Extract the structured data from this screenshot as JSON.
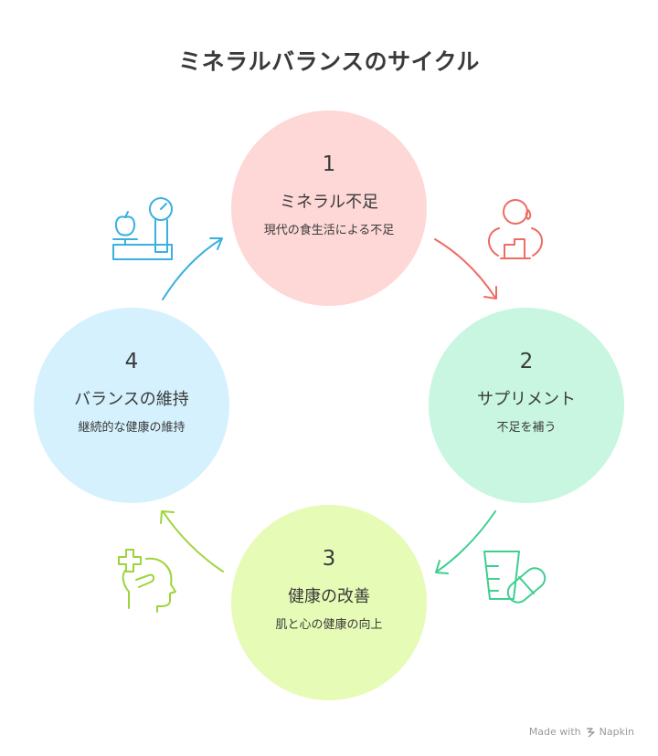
{
  "title": "ミネラルバランスのサイクル",
  "steps": [
    {
      "number": "1",
      "heading": "ミネラル不足",
      "description": "現代の食生活による不足",
      "color": "#fdd8d6",
      "icon": "scale-apple-icon"
    },
    {
      "number": "2",
      "heading": "サプリメント",
      "description": "不足を補う",
      "color": "#c8f6e0",
      "icon": "person-chart-icon"
    },
    {
      "number": "3",
      "heading": "健康の改善",
      "description": "肌と心の健康の向上",
      "color": "#e6fbb6",
      "icon": "cup-pill-icon"
    },
    {
      "number": "4",
      "heading": "バランスの維持",
      "description": "継続的な健康の維持",
      "color": "#d4f1fd",
      "icon": "head-plus-icon"
    }
  ],
  "arrow_colors": {
    "a12": "#ef6b63",
    "a23": "#3ecf8e",
    "a34": "#9dd43c",
    "a41": "#3ab0e0"
  },
  "footer": {
    "made_with": "Made with",
    "brand": "Napkin"
  }
}
